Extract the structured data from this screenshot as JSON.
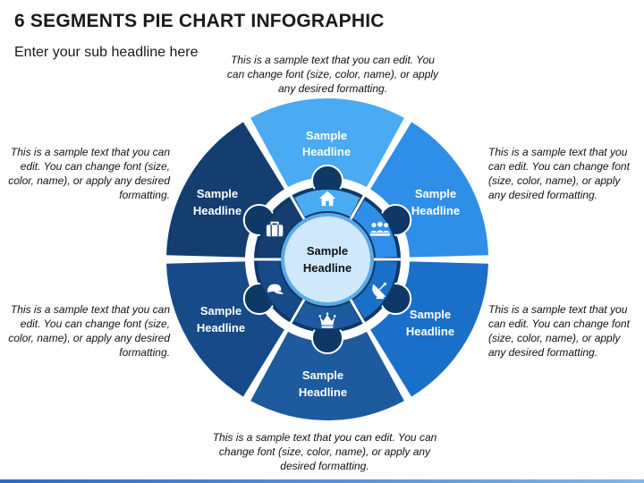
{
  "title": "6 SEGMENTS PIE CHART INFOGRAPHIC",
  "subtitle": "Enter your sub headline here",
  "center": {
    "line1": "Sample",
    "line2": "Headline"
  },
  "segments": [
    {
      "line1": "Sample",
      "line2": "Headline",
      "color": "#4aaaf2",
      "icon": "house-icon"
    },
    {
      "line1": "Sample",
      "line2": "Headline",
      "color": "#2f8ee8",
      "icon": "people-icon"
    },
    {
      "line1": "Sample",
      "line2": "Headline",
      "color": "#1a6fc9",
      "icon": "satellite-dish-icon"
    },
    {
      "line1": "Sample",
      "line2": "Headline",
      "color": "#1d5a9e",
      "icon": "crown-icon"
    },
    {
      "line1": "Sample",
      "line2": "Headline",
      "color": "#174a88",
      "icon": "cap-icon"
    },
    {
      "line1": "Sample",
      "line2": "Headline",
      "color": "#143e6f",
      "icon": "briefcase-icon"
    }
  ],
  "notes": {
    "top": "This is a sample text that you can edit. You can change font (size, color, name), or apply any desired formatting.",
    "top_right": "This is a sample text that you can edit. You can change font (size, color, name), or apply any desired formatting.",
    "bottom_right": "This is a sample text that you can edit. You can change font (size, color, name), or apply any desired formatting.",
    "bottom": "This is a sample text that you can edit. You can change font (size, color, name), or apply any desired formatting.",
    "bottom_left": "This is a sample text that you can edit. You can change font (size, color, name), or apply any desired formatting.",
    "top_left": "This is a sample text that you can edit. You can change font (size, color, name), or apply any desired formatting."
  },
  "colors": {
    "outer_ring": "#2c5a8e",
    "inner_ring": "#0e3866",
    "center_fill": "#cfe8fb",
    "center_stroke": "#5aa9ea"
  }
}
